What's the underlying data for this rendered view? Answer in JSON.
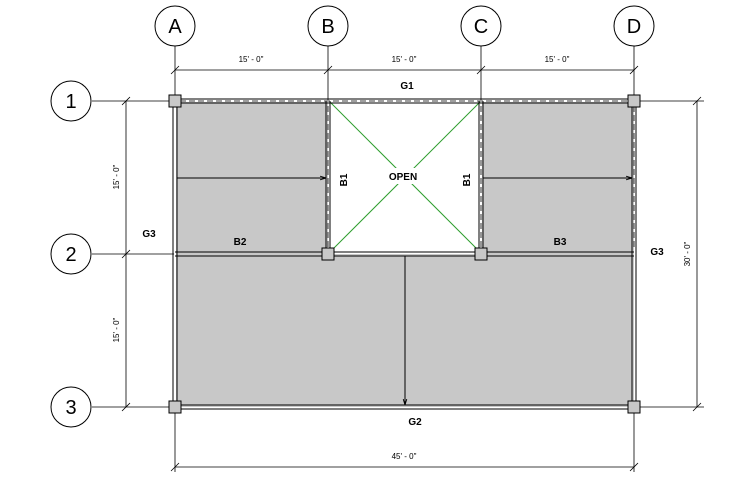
{
  "grid": {
    "columns": [
      "A",
      "B",
      "C",
      "D"
    ],
    "rows": [
      "1",
      "2",
      "3"
    ]
  },
  "dimensions": {
    "bay_ab": "15' - 0\"",
    "bay_bc": "15' - 0\"",
    "bay_cd": "15' - 0\"",
    "bay_12": "15' - 0\"",
    "bay_23": "15' - 0\"",
    "overall_width": "45' - 0\"",
    "overall_depth": "30' - 0\""
  },
  "beams": {
    "g1": "G1",
    "g2": "G2",
    "g3_left": "G3",
    "g3_right": "G3",
    "b1_left": "B1",
    "b1_right": "B1",
    "b2": "B2",
    "b3": "B3"
  },
  "opening_label": "OPEN",
  "colors": {
    "slab": "#c8c8c8",
    "opening_diagonal": "#2e9e2e",
    "lines": "#000000"
  }
}
